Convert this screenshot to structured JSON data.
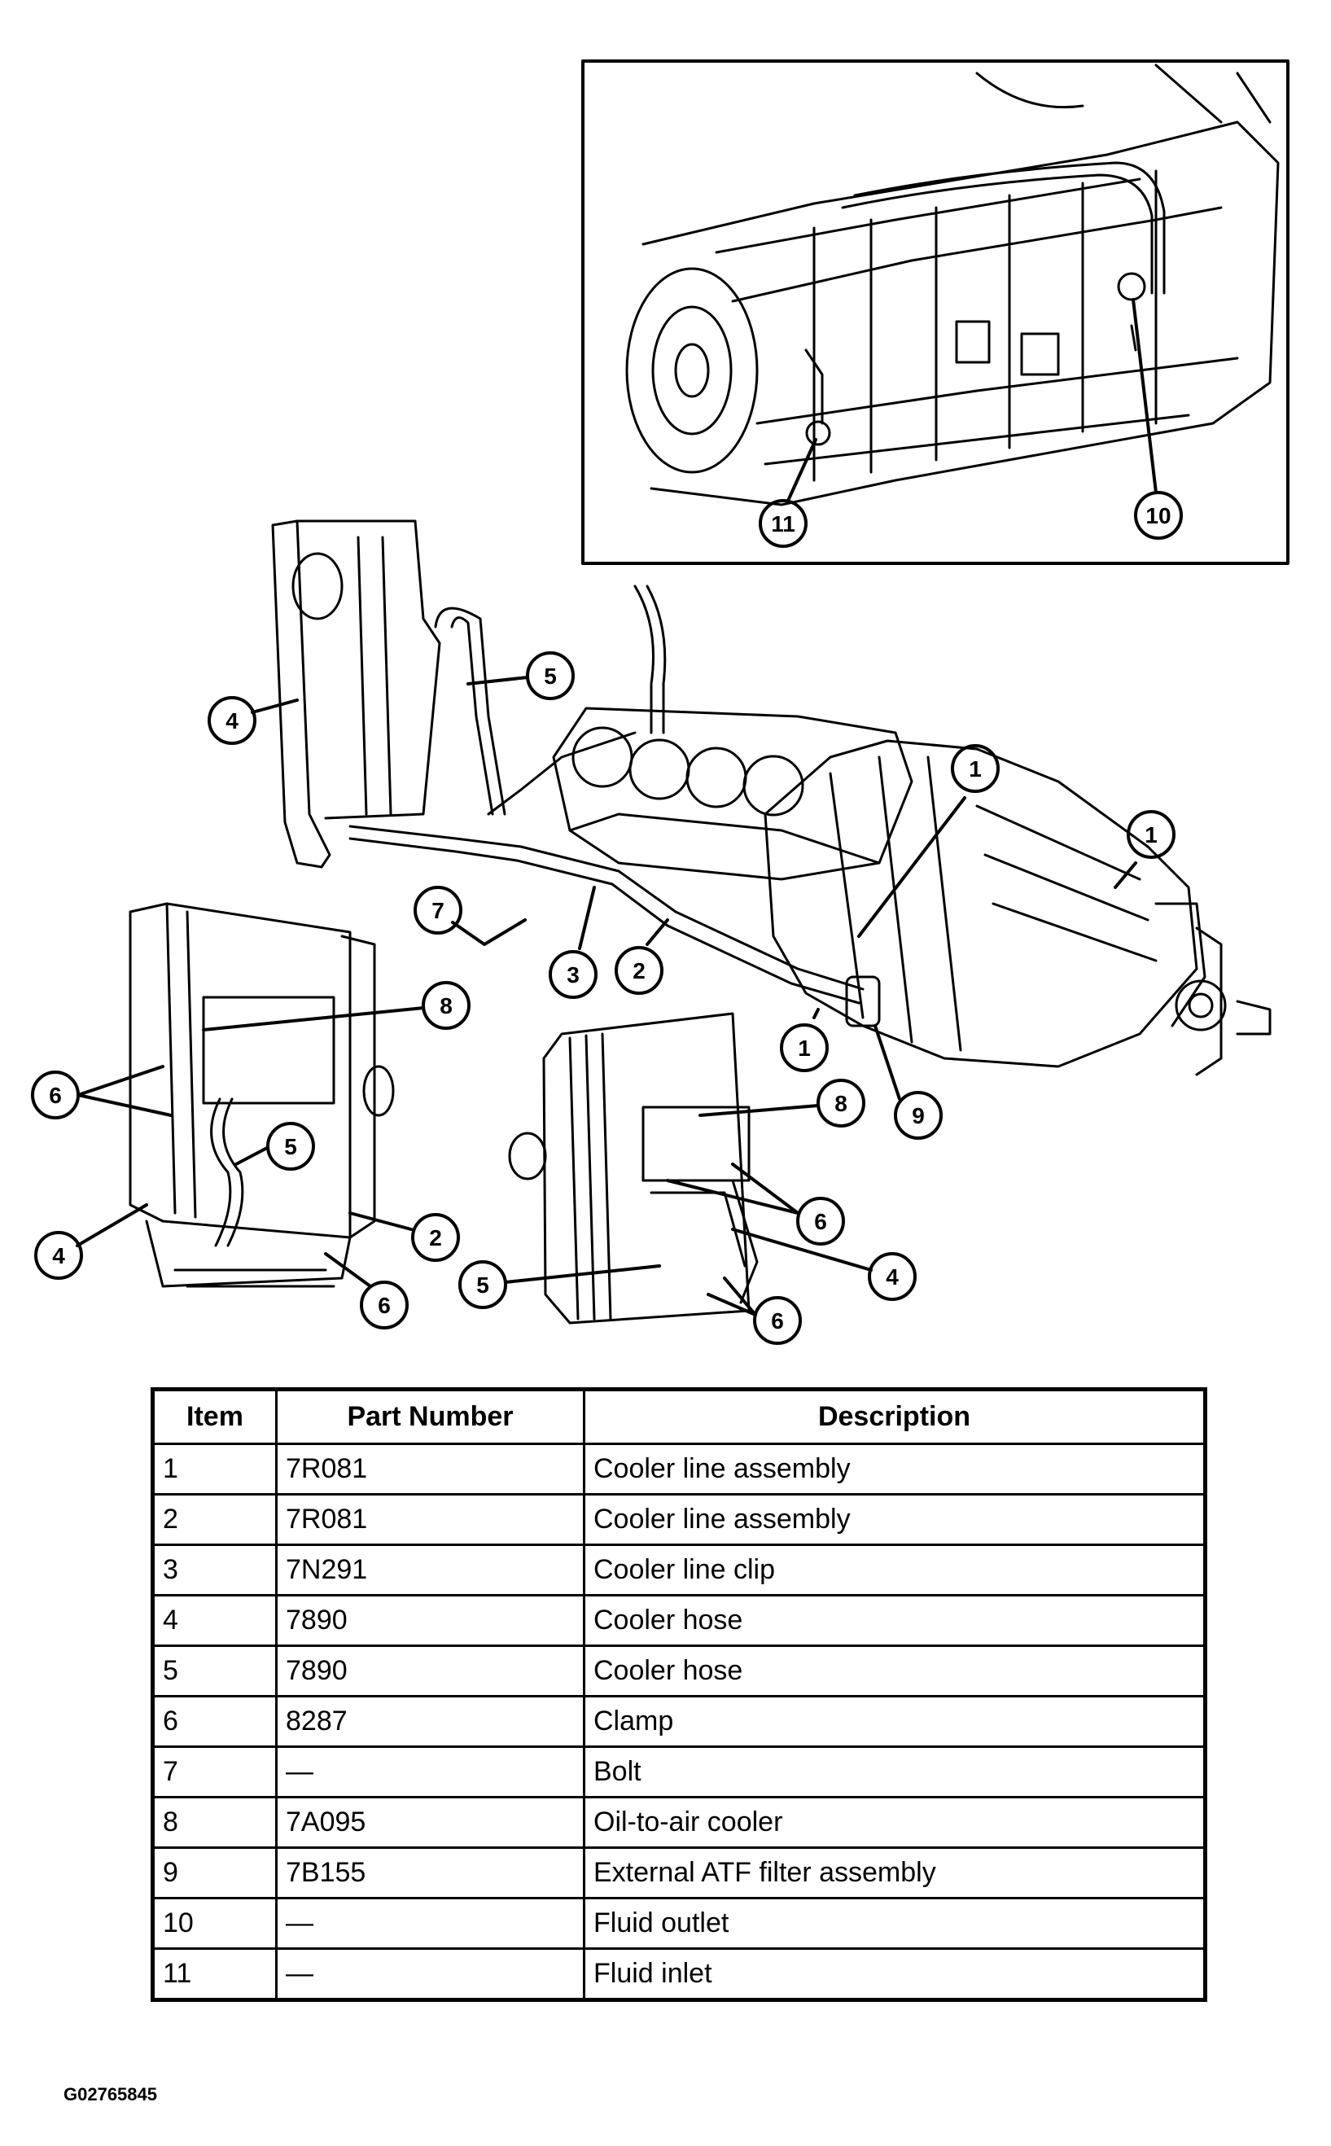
{
  "callouts": {
    "c1a": "1",
    "c1b": "1",
    "c1c": "1",
    "c2a": "2",
    "c2b": "2",
    "c3": "3",
    "c4a": "4",
    "c4b": "4",
    "c4c": "4",
    "c5a": "5",
    "c5b": "5",
    "c5c": "5",
    "c6a": "6",
    "c6b": "6",
    "c6c": "6",
    "c6d": "6",
    "c7": "7",
    "c8a": "8",
    "c8b": "8",
    "c9": "9",
    "c10": "10",
    "c11": "11"
  },
  "table": {
    "headers": [
      "Item",
      "Part Number",
      "Description"
    ],
    "rows": [
      [
        "1",
        "7R081",
        "Cooler line assembly"
      ],
      [
        "2",
        "7R081",
        "Cooler line assembly"
      ],
      [
        "3",
        "7N291",
        "Cooler line clip"
      ],
      [
        "4",
        "7890",
        "Cooler hose"
      ],
      [
        "5",
        "7890",
        "Cooler hose"
      ],
      [
        "6",
        "8287",
        "Clamp"
      ],
      [
        "7",
        "—",
        "Bolt"
      ],
      [
        "8",
        "7A095",
        "Oil-to-air cooler"
      ],
      [
        "9",
        "7B155",
        "External ATF filter assembly"
      ],
      [
        "10",
        "—",
        "Fluid outlet"
      ],
      [
        "11",
        "—",
        "Fluid inlet"
      ]
    ]
  },
  "figure_id": "G02765845"
}
